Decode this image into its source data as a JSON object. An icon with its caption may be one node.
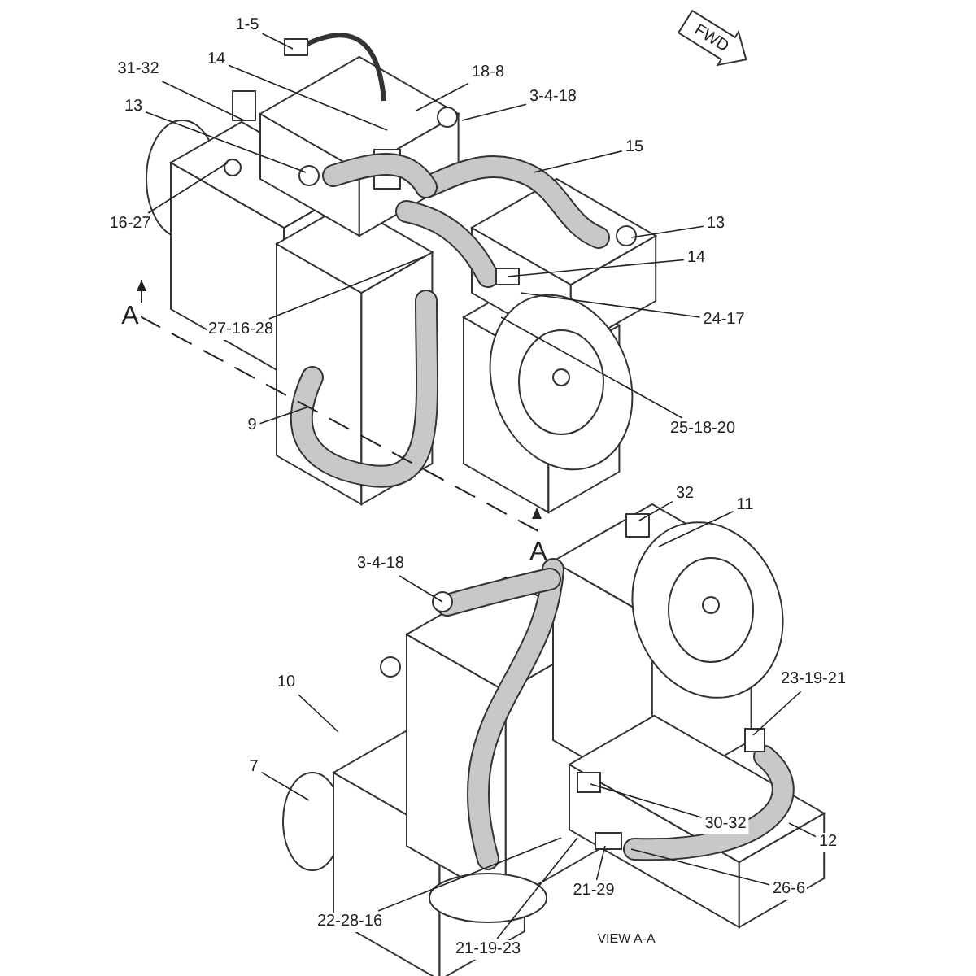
{
  "diagram": {
    "nodes": [
      {
        "text": [
          "1-5"
        ]
      },
      {
        "text": [
          "FWD"
        ]
      },
      {
        "text": [
          "14"
        ]
      },
      {
        "text": [
          "31-32"
        ]
      },
      {
        "text": [
          "18-8"
        ]
      },
      {
        "text": [
          "3-4-18"
        ]
      },
      {
        "text": [
          "13"
        ]
      },
      {
        "text": [
          "15"
        ]
      },
      {
        "text": [
          "16-27"
        ]
      },
      {
        "text": [
          "13"
        ]
      },
      {
        "text": [
          "14"
        ]
      },
      {
        "text": [
          "24-17"
        ]
      },
      {
        "text": [
          "27-16-28"
        ]
      },
      {
        "text": [
          "9"
        ]
      },
      {
        "text": [
          "25-18-20"
        ]
      },
      {
        "text": [
          "32"
        ]
      },
      {
        "text": [
          "11"
        ]
      },
      {
        "text": [
          "3-4-18"
        ]
      },
      {
        "text": [
          "10"
        ]
      },
      {
        "text": [
          "23-19-21"
        ]
      },
      {
        "text": [
          "7"
        ]
      },
      {
        "text": [
          "30-32"
        ]
      },
      {
        "text": [
          "12"
        ]
      },
      {
        "text": [
          "26-6"
        ]
      },
      {
        "text": [
          "21-29"
        ]
      },
      {
        "text": [
          "22-28-16"
        ]
      },
      {
        "text": [
          "21-19-23"
        ]
      }
    ],
    "edges": [
      {
        "from": 0,
        "to": null,
        "arrow": "none"
      },
      {
        "from": 2,
        "to": null,
        "arrow": "none"
      },
      {
        "from": 3,
        "to": null,
        "arrow": "none"
      },
      {
        "from": 4,
        "to": null,
        "arrow": "none"
      },
      {
        "from": 5,
        "to": null,
        "arrow": "none"
      },
      {
        "from": 6,
        "to": null,
        "arrow": "none"
      },
      {
        "from": 7,
        "to": null,
        "arrow": "none"
      },
      {
        "from": 8,
        "to": null,
        "arrow": "none"
      },
      {
        "from": 9,
        "to": null,
        "arrow": "none"
      },
      {
        "from": 10,
        "to": null,
        "arrow": "none"
      },
      {
        "from": 11,
        "to": null,
        "arrow": "none"
      },
      {
        "from": 12,
        "to": null,
        "arrow": "none"
      },
      {
        "from": 13,
        "to": null,
        "arrow": "none"
      },
      {
        "from": 14,
        "to": null,
        "arrow": "none"
      },
      {
        "from": 15,
        "to": null,
        "arrow": "none"
      },
      {
        "from": 16,
        "to": null,
        "arrow": "none"
      },
      {
        "from": 17,
        "to": null,
        "arrow": "none"
      },
      {
        "from": 18,
        "to": null,
        "arrow": "none"
      },
      {
        "from": 19,
        "to": null,
        "arrow": "none"
      },
      {
        "from": 20,
        "to": null,
        "arrow": "none"
      },
      {
        "from": 21,
        "to": null,
        "arrow": "none"
      },
      {
        "from": 22,
        "to": null,
        "arrow": "none"
      },
      {
        "from": 23,
        "to": null,
        "arrow": "none"
      },
      {
        "from": 24,
        "to": null,
        "arrow": "none"
      },
      {
        "from": 25,
        "to": null,
        "arrow": "none"
      },
      {
        "from": 26,
        "to": null,
        "arrow": "none"
      }
    ],
    "labels": [
      "A",
      "A",
      "VIEW A-A"
    ]
  }
}
